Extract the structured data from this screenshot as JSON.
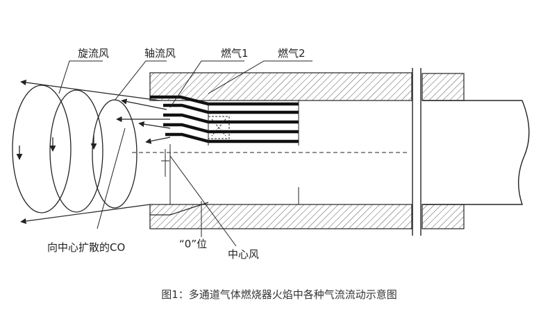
{
  "labels": {
    "swirl_air": "旋流风",
    "axial_air": "轴流风",
    "fuel_gas_1": "燃气1",
    "fuel_gas_2": "燃气2",
    "co_diffusion": "向中心扩散的CO",
    "zero_position": "“0”位",
    "center_air": "中心风"
  },
  "caption": "图1：多通道气体燃烧器火焰中各种气流流动示意图",
  "colors": {
    "line": "#222222",
    "hatch": "#555555",
    "background": "#ffffff"
  }
}
